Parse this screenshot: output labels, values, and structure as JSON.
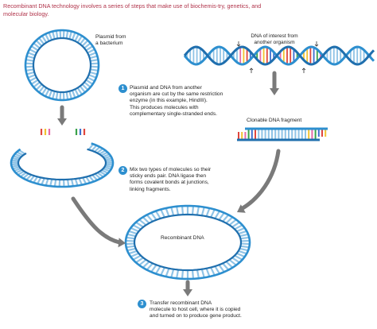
{
  "intro": "Recombinant DNA technology involves a series of steps that make use of biochemis-try, genetics, and molecular biology.",
  "labels": {
    "plasmid": [
      "Plasmid from",
      "a bacterium"
    ],
    "dna_interest": [
      "DNA of interest from",
      "another organism"
    ],
    "fragment": "Clonable DNA fragment",
    "recombinant": "Recombinant DNA"
  },
  "steps": [
    {
      "number": "1",
      "lines": [
        "Plasmid and DNA from another",
        "organism are cut by the same restriction",
        "enzyme (in this example, HindIII).",
        "This produces molecules with",
        "complementary single-stranded ends."
      ]
    },
    {
      "number": "2",
      "lines": [
        "Mix two types of molecules so their",
        "sticky ends pair. DNA ligase then",
        "forms covalent bonds at junctions,",
        "linking fragments."
      ]
    },
    {
      "number": "3",
      "lines": [
        "Transfer recombinant DNA",
        "molecule to host cell, where it is copied",
        "and turned on to produce gene product."
      ]
    }
  ],
  "colors": {
    "dna_blue": "#2d8fcf",
    "dna_dark": "#1f6fae",
    "rung": "#8fc3e6",
    "base_red": "#e0463c",
    "base_yellow": "#f2c230",
    "base_pink": "#e66aa8",
    "base_green": "#3aa24a",
    "base_blue": "#3d6fd0",
    "arrow": "#7a7a7a",
    "intro_text": "#b0334a"
  }
}
